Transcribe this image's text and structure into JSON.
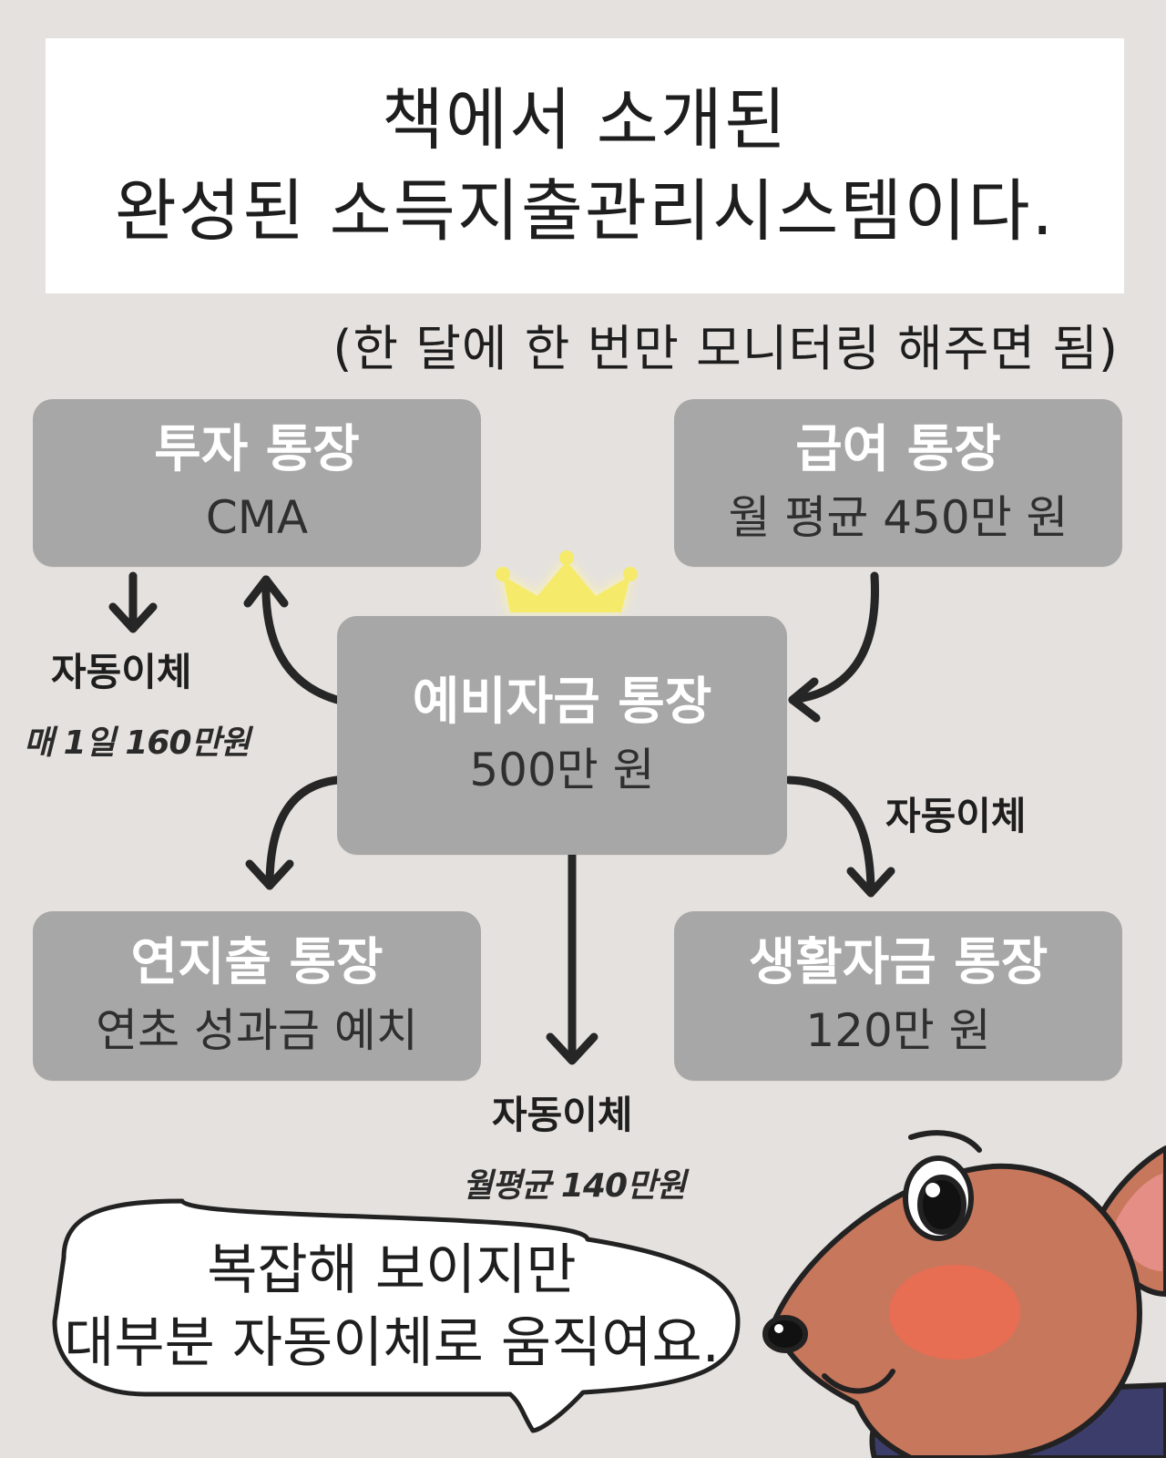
{
  "header": {
    "line1": "책에서 소개된",
    "line2": "완성된 소득지출관리시스템이다.",
    "note": "(한 달에 한 번만 모니터링 해주면 됨)"
  },
  "accounts": {
    "invest": {
      "title": "투자 통장",
      "sub": "CMA"
    },
    "salary": {
      "title": "급여 통장",
      "sub": "월 평균 450만 원"
    },
    "reserve": {
      "title": "예비자금 통장",
      "sub": "500만 원"
    },
    "annual": {
      "title": "연지출 통장",
      "sub": "연초 성과금 예치"
    },
    "living": {
      "title": "생활자금 통장",
      "sub": "120만 원"
    }
  },
  "labels": {
    "auto_left": "자동이체",
    "auto_left_note": "매 1일 160만원",
    "auto_right": "자동이체",
    "auto_bottom": "자동이체",
    "auto_bottom_note": "월평균 140만원"
  },
  "bubble": {
    "line1": "복잡해 보이지만",
    "line2": "대부분 자동이체로 움직여요."
  },
  "colors": {
    "background": "#e5e1de",
    "box": "#a7a7a7",
    "box_title": "#ffffff",
    "crown": "#f5ea6a",
    "character": "#c7775c"
  }
}
